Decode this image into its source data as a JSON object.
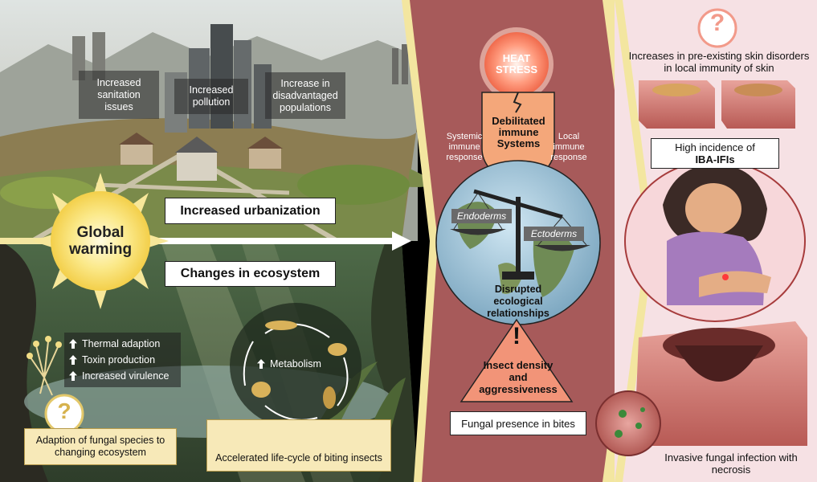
{
  "urban": {
    "sanitation": "Increased sanitation issues",
    "pollution": "Increased pollution",
    "populations": "Increase in disadvantaged populations",
    "title": "Increased urbanization"
  },
  "global_warming": "Global warming",
  "ecosystem": {
    "title": "Changes in ecosystem",
    "fungal_traits": [
      "Thermal adaption",
      "Toxin production",
      "Increased virulence"
    ],
    "metabolism": "Metabolism",
    "fungal_adaption": "Adaption of fungal species to changing ecosystem",
    "insect_lifecycle": "Accelerated life-cycle of biting insects",
    "question_mark": "?"
  },
  "middle": {
    "heat_stress": "HEAT STRESS",
    "debilitated": "Debilitated immune Systems",
    "systemic": "Systemic immune response",
    "local": "Local immune response",
    "endoderms": "Endoderms",
    "ectoderms": "Ectoderms",
    "disrupted": "Disrupted ecological relationships",
    "exclamation": "!",
    "insect_density": "Insect density and aggressiveness",
    "fungal_presence": "Fungal presence in bites"
  },
  "right": {
    "question_mark": "?",
    "skin_disorders": "Increases in pre-existing skin disorders in local immunity of skin",
    "high_incidence": "High incidence of",
    "iba": "IBA-IFIs",
    "invasive": "Invasive fungal infection with necrosis"
  },
  "colors": {
    "urban_sky": "#cfd6d6",
    "forest": "#3f5a3a",
    "middle_panel": "#b56565",
    "right_panel": "#f6dfe2",
    "sun": "#f7e27a",
    "highlight_yellow": "#f2e08c"
  }
}
